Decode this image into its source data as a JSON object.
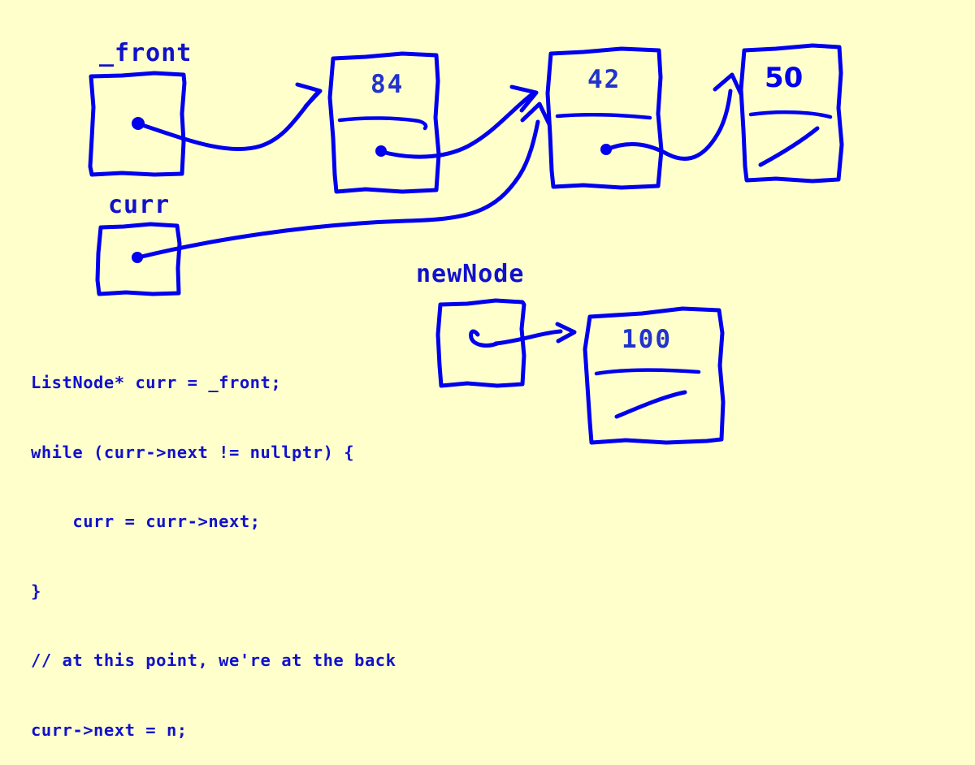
{
  "canvas": {
    "background_color": "#FFFFCC",
    "ink_color": "#0000EE",
    "text_color": "#1111CC"
  },
  "pointers": [
    {
      "name": "front-pointer",
      "label": "_front",
      "target": "node-84"
    },
    {
      "name": "curr-pointer",
      "label": "curr",
      "target": "node-42"
    },
    {
      "name": "newnode-pointer",
      "label": "newNode",
      "target": "node-100"
    }
  ],
  "list_nodes": [
    {
      "name": "node-84",
      "value": "84",
      "next": "node-42",
      "is_null_next": false,
      "handwritten": false
    },
    {
      "name": "node-42",
      "value": "42",
      "next": "node-50",
      "is_null_next": false,
      "handwritten": false
    },
    {
      "name": "node-50",
      "value": "50",
      "next": null,
      "is_null_next": true,
      "handwritten": true
    },
    {
      "name": "node-100",
      "value": "100",
      "next": null,
      "is_null_next": true,
      "handwritten": false
    }
  ],
  "code": {
    "lines": [
      "ListNode* curr = _front;",
      "while (curr->next != nullptr) {",
      "    curr = curr->next;",
      "}",
      "// at this point, we're at the back",
      "curr->next = n;"
    ]
  }
}
